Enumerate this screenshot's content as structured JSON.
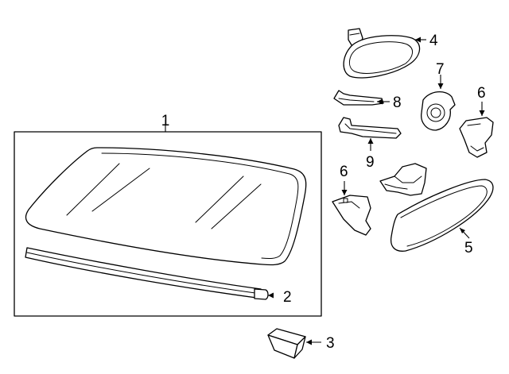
{
  "callouts": {
    "c1": "1",
    "c2": "2",
    "c3": "3",
    "c4": "4",
    "c5": "5",
    "c6a": "6",
    "c6b": "6",
    "c7": "7",
    "c8": "8",
    "c9": "9"
  }
}
